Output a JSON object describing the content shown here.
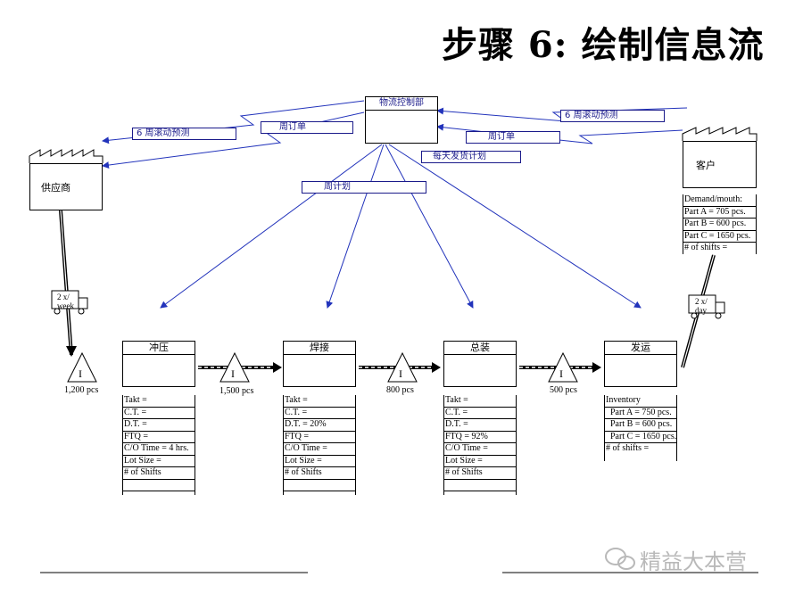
{
  "title": "步骤 6: 绘制信息流",
  "control": {
    "label": "物流控制部"
  },
  "supplier": {
    "label": "供应商"
  },
  "customer": {
    "label": "客户",
    "demand": [
      "Demand/mouth:",
      "Part A = 705 pcs.",
      "Part B = 600 pcs.",
      "Part C = 1650 pcs.",
      "# of shifts ="
    ]
  },
  "info_flows": {
    "forecast_left": "6 周滚动预测",
    "weekly_order_left": "周订单",
    "forecast_right": "6 周滚动预测",
    "weekly_order_right": "周订单",
    "daily_ship": "每天发货计划",
    "weekly_schedule": "周计划"
  },
  "trucks": {
    "inbound": "2 x/ week",
    "outbound": "2 x/ day"
  },
  "processes": [
    {
      "name": "冲压",
      "data": [
        "Takt =",
        "C.T. =",
        "D.T. =",
        "FTQ =",
        "C/O Time = 4 hrs.",
        "Lot Size =",
        "# of Shifts",
        ""
      ]
    },
    {
      "name": "焊接",
      "data": [
        "Takt =",
        "C.T. =",
        "D.T. = 20%",
        "FTQ =",
        "C/O Time =",
        "Lot Size =",
        "# of Shifts",
        ""
      ]
    },
    {
      "name": "总装",
      "data": [
        "Takt =",
        "C.T. =",
        "D.T. =",
        "FTQ = 92%",
        "C/O Time =",
        "Lot Size =",
        "# of Shifts",
        ""
      ]
    },
    {
      "name": "发运",
      "data": [
        "Inventory",
        "Part A = 750 pcs.",
        "Part B = 600 pcs.",
        "Part C = 1650 pcs.",
        "# of shifts ="
      ]
    }
  ],
  "inventories": [
    {
      "symbol": "I",
      "qty": "1,200 pcs"
    },
    {
      "symbol": "I",
      "qty": "1,500 pcs"
    },
    {
      "symbol": "I",
      "qty": "800 pcs"
    },
    {
      "symbol": "I",
      "qty": "500 pcs"
    }
  ],
  "watermark": "精益大本营"
}
